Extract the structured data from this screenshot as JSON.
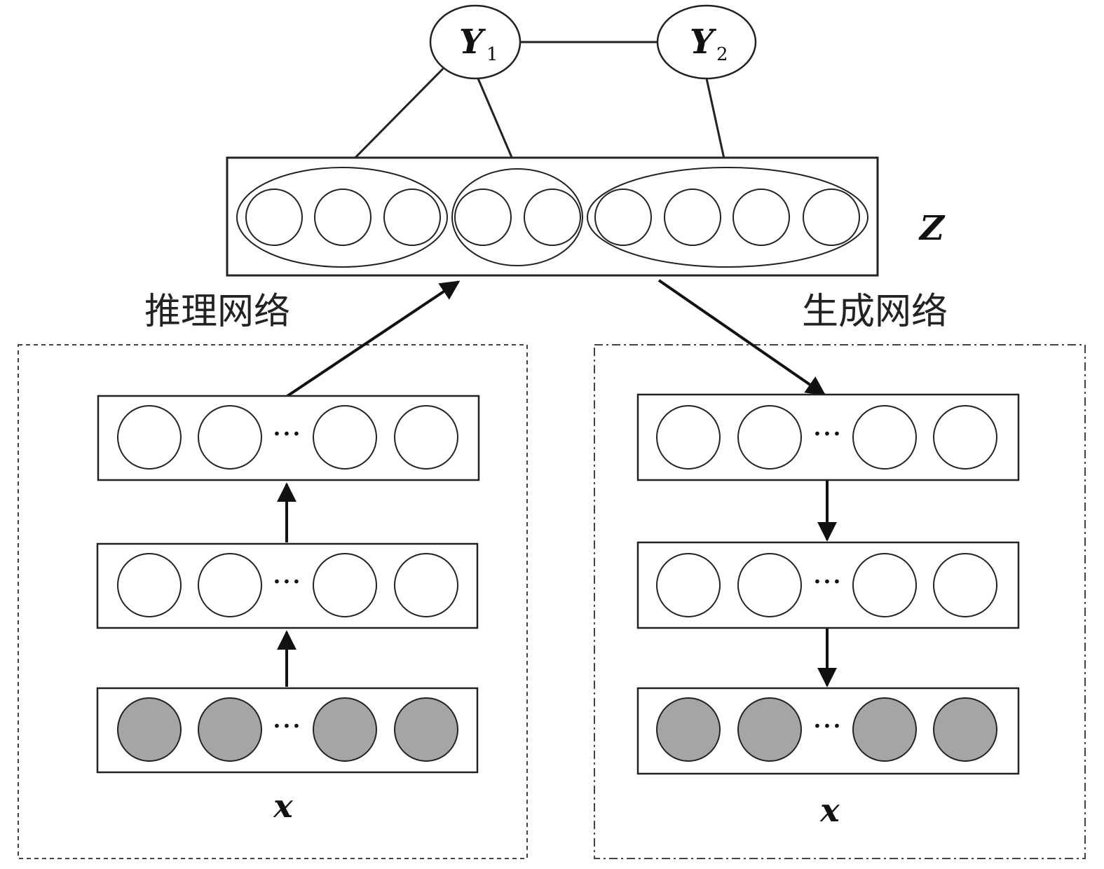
{
  "labels": {
    "y1_main": "Y",
    "y1_sub": "1",
    "y2_main": "Y",
    "y2_sub": "2",
    "z": "Z",
    "inference_network": "推理网络",
    "generative_network": "生成网络",
    "x_left": "x",
    "x_right": "x",
    "ellipsis": "···"
  },
  "colors": {
    "stroke": "#222222",
    "observed_fill": "#a7a4a6",
    "hidden_fill": "#ffffff"
  },
  "structure": {
    "latent_groups": [
      3,
      2,
      4
    ],
    "inference_layers": [
      "hidden",
      "hidden",
      "observed"
    ],
    "generative_layers": [
      "hidden",
      "hidden",
      "observed"
    ],
    "units_per_layer": 4
  }
}
